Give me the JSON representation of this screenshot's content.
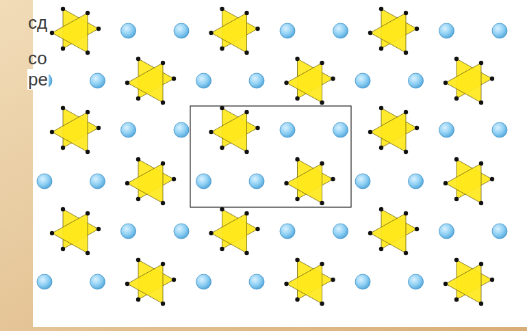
{
  "diagram": {
    "labels": [
      "сд",
      "со",
      "ре"
    ]
  }
}
